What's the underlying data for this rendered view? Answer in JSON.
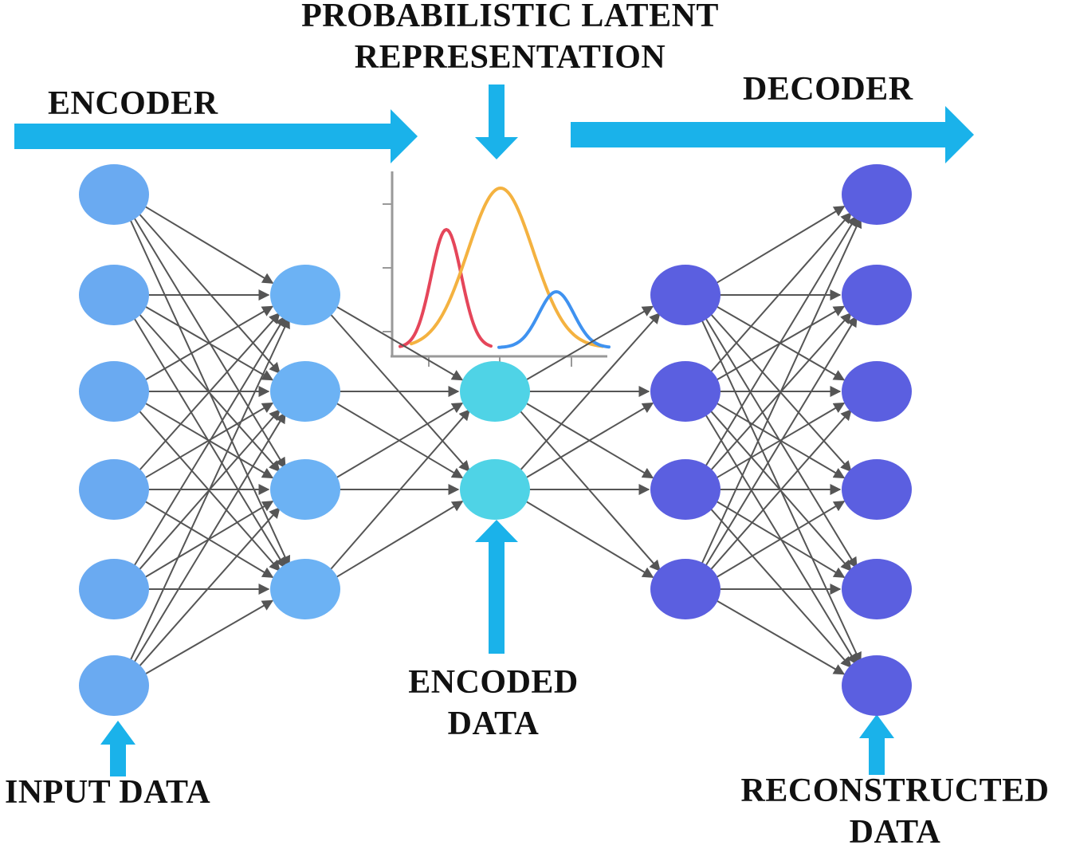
{
  "labels": {
    "latent_line1": "PROBABILISTIC LATENT",
    "latent_line2": "REPRESENTATION",
    "encoder": "ENCODER",
    "decoder": "DECODER",
    "encoded_line1": "ENCODED",
    "encoded_line2": "DATA",
    "input": "INPUT DATA",
    "reconstructed_line1": "RECONSTRUCTED",
    "reconstructed_line2": "DATA"
  },
  "network": {
    "layers": [
      {
        "name": "input",
        "node_count": 6,
        "color": "#6aaaf1"
      },
      {
        "name": "hidden-encoder",
        "node_count": 4,
        "color": "#6cb2f4"
      },
      {
        "name": "latent",
        "node_count": 2,
        "color": "#4fd3e6"
      },
      {
        "name": "hidden-decoder",
        "node_count": 4,
        "color": "#5b5fe0"
      },
      {
        "name": "output",
        "node_count": 6,
        "color": "#5b5fe0"
      }
    ],
    "edge_color": "#555555"
  },
  "distribution_plot": {
    "curves": [
      {
        "name": "red",
        "color": "#e5465a"
      },
      {
        "name": "orange",
        "color": "#f4b240"
      },
      {
        "name": "blue",
        "color": "#3f92f0"
      }
    ]
  },
  "colors": {
    "arrow": "#1ab2ea",
    "text": "#111111"
  }
}
